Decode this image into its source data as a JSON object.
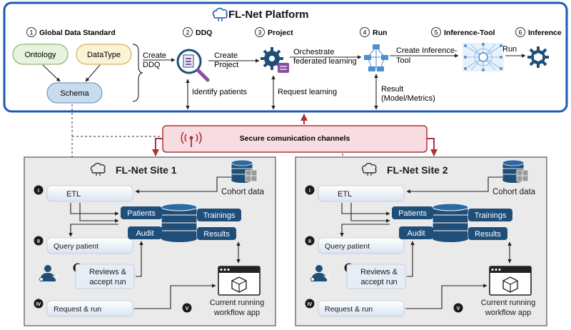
{
  "platform": {
    "title": "FL-Net Platform",
    "steps": [
      {
        "num": "1",
        "label": "Global Data Standard"
      },
      {
        "num": "2",
        "label": "DDQ"
      },
      {
        "num": "3",
        "label": "Project"
      },
      {
        "num": "4",
        "label": "Run"
      },
      {
        "num": "5",
        "label": "Inference-Tool"
      },
      {
        "num": "6",
        "label": "Inference"
      }
    ],
    "ontology": "Ontology",
    "datatype": "DataType",
    "schema": "Schema",
    "create_ddq": [
      "Create",
      "DDQ"
    ],
    "create_project": [
      "Create",
      "Project"
    ],
    "orchestrate": [
      "Orchestrate",
      "federated learning"
    ],
    "create_inference_tool": [
      "Create Inference-",
      "Tool"
    ],
    "run_label": "Run",
    "identify_patients": "Identify patients",
    "request_learning": "Request learning",
    "result": [
      "Result",
      "(Model/Metrics)"
    ]
  },
  "secure_channel": "Secure comunication channels",
  "sites": [
    {
      "title": "FL-Net Site 1",
      "cohort": "Cohort data",
      "etl": "ETL",
      "patients": "Patients",
      "trainings": "Trainings",
      "audit": "Audit",
      "results": "Results",
      "query_patient": "Query patient",
      "reviews": [
        "Reviews &",
        "accept run"
      ],
      "request_run": "Request & run",
      "workflow": [
        "Current running",
        "workflow app"
      ],
      "roman": [
        "I",
        "II",
        "III",
        "IV",
        "V"
      ]
    },
    {
      "title": "FL-Net Site 2",
      "cohort": "Cohort data",
      "etl": "ETL",
      "patients": "Patients",
      "trainings": "Trainings",
      "audit": "Audit",
      "results": "Results",
      "query_patient": "Query patient",
      "reviews": [
        "Reviews &",
        "accept run"
      ],
      "request_run": "Request & run",
      "workflow": [
        "Current running",
        "workflow app"
      ],
      "roman": [
        "I",
        "II",
        "III",
        "IV",
        "V"
      ]
    }
  ],
  "colors": {
    "platform_border": "#1e5bb0",
    "navy": "#1f4e79",
    "pill_light": "#e6edf6",
    "ontology_fill": "#e8f3df",
    "datatype_fill": "#fcf2d6",
    "schema_fill": "#c9dcef",
    "channel_fill": "#f7dde1",
    "channel_border": "#b0303a",
    "site_fill": "#eaeaea"
  }
}
